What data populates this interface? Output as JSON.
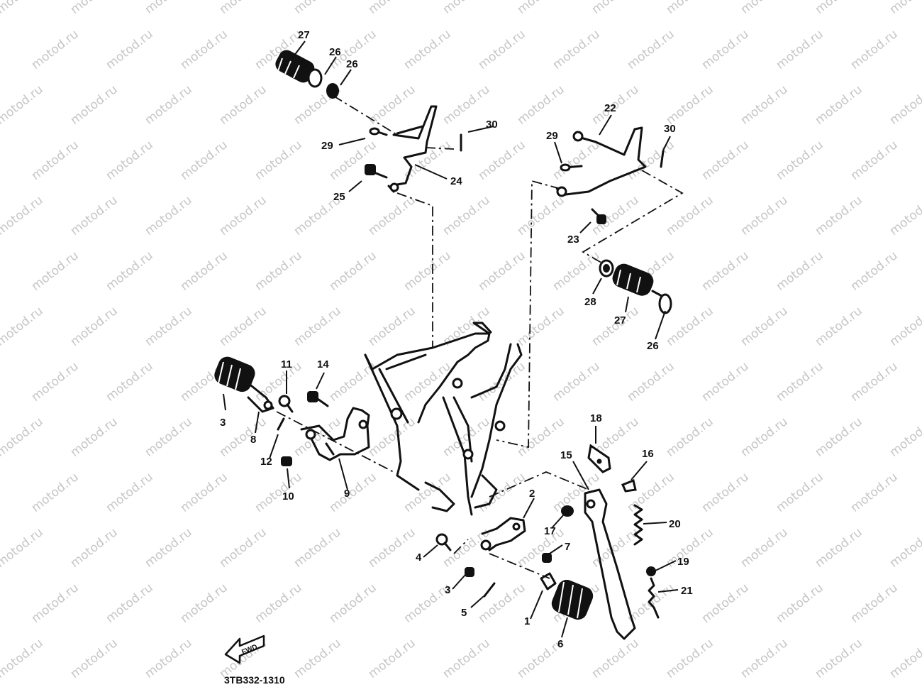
{
  "watermark": "motod.ru",
  "drawing_number": "3TB332-1310",
  "fwd_badge": "FWD",
  "callouts": [
    {
      "id": "c27a",
      "label": "27"
    },
    {
      "id": "c26a",
      "label": "26"
    },
    {
      "id": "c26b",
      "label": "26"
    },
    {
      "id": "c29a",
      "label": "29"
    },
    {
      "id": "c30a",
      "label": "30"
    },
    {
      "id": "c24",
      "label": "24"
    },
    {
      "id": "c25",
      "label": "25"
    },
    {
      "id": "c22",
      "label": "22"
    },
    {
      "id": "c29b",
      "label": "29"
    },
    {
      "id": "c30b",
      "label": "30"
    },
    {
      "id": "c23",
      "label": "23"
    },
    {
      "id": "c28",
      "label": "28"
    },
    {
      "id": "c27b",
      "label": "27"
    },
    {
      "id": "c26c",
      "label": "26"
    },
    {
      "id": "c11",
      "label": "11"
    },
    {
      "id": "c14",
      "label": "14"
    },
    {
      "id": "c3a",
      "label": "3"
    },
    {
      "id": "c8",
      "label": "8"
    },
    {
      "id": "c12",
      "label": "12"
    },
    {
      "id": "c10",
      "label": "10"
    },
    {
      "id": "c9",
      "label": "9"
    },
    {
      "id": "c18",
      "label": "18"
    },
    {
      "id": "c15",
      "label": "15"
    },
    {
      "id": "c16",
      "label": "16"
    },
    {
      "id": "c2",
      "label": "2"
    },
    {
      "id": "c17",
      "label": "17"
    },
    {
      "id": "c20",
      "label": "20"
    },
    {
      "id": "c4",
      "label": "4"
    },
    {
      "id": "c7",
      "label": "7"
    },
    {
      "id": "c19",
      "label": "19"
    },
    {
      "id": "c3b",
      "label": "3"
    },
    {
      "id": "c21",
      "label": "21"
    },
    {
      "id": "c5",
      "label": "5"
    },
    {
      "id": "c1",
      "label": "1"
    },
    {
      "id": "c6",
      "label": "6"
    }
  ]
}
